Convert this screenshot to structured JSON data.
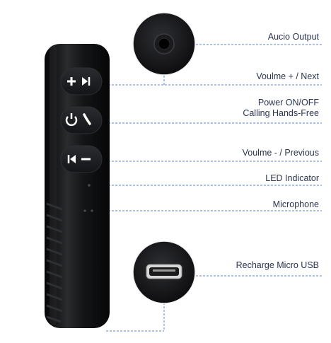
{
  "labels": {
    "audio_output": "Aucio Output",
    "volume_up": "Voulme + / Next",
    "power_line1": "Power ON/OFF",
    "power_line2": "Calling Hands-Free",
    "volume_down": "Voulme -  / Previous",
    "led": "LED Indicator",
    "mic": "Microphone",
    "usb": "Recharge Micro USB"
  },
  "colors": {
    "device": "#111214",
    "button": "#1c1d20",
    "leader_line": "#5b86c8",
    "label_text": "#2a3550"
  },
  "icons": {
    "plus_next": "plus-next-icon",
    "power_call": "power-phone-icon",
    "prev_minus": "previous-minus-icon"
  }
}
